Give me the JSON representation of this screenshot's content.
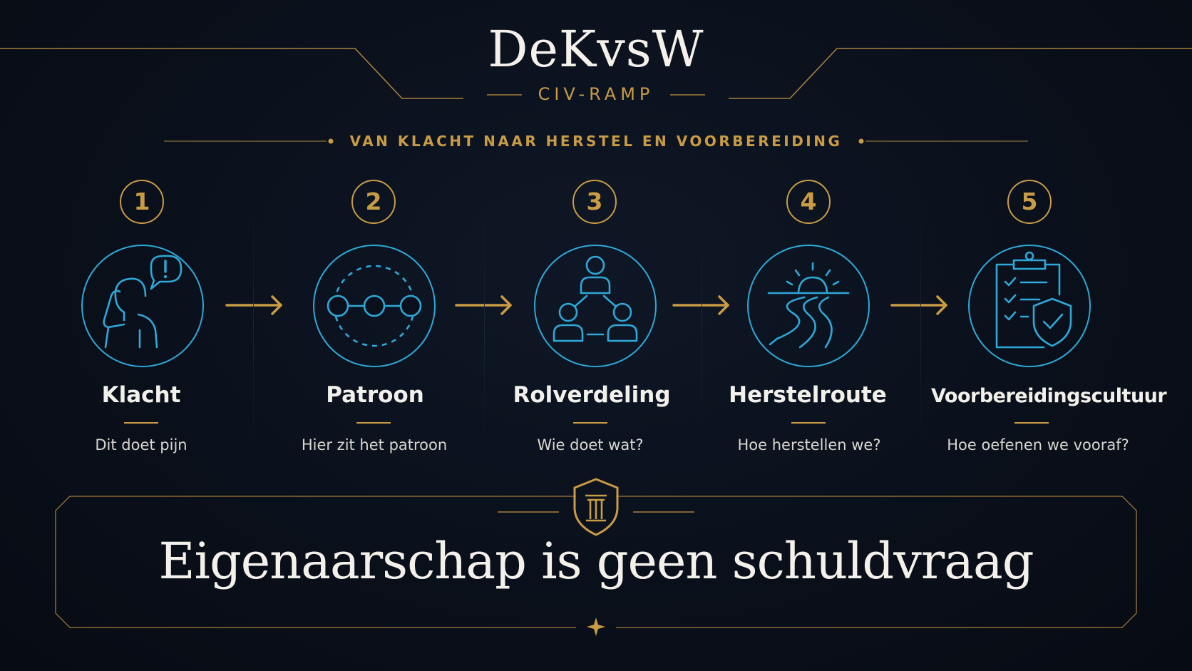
{
  "header": {
    "brand": "DeKvsW",
    "subtitle": "CIV-RAMP",
    "tagline": "VAN KLACHT NAAR HERSTEL EN VOORBEREIDING"
  },
  "steps": [
    {
      "number": "1",
      "icon": "complaint-person-icon",
      "title": "Klacht",
      "description": "Dit doet pijn"
    },
    {
      "number": "2",
      "icon": "pattern-nodes-icon",
      "title": "Patroon",
      "description": "Hier zit het patroon"
    },
    {
      "number": "3",
      "icon": "roles-people-icon",
      "title": "Rolverdeling",
      "description": "Wie doet wat?"
    },
    {
      "number": "4",
      "icon": "recovery-road-icon",
      "title": "Herstelroute",
      "description": "Hoe herstellen we?"
    },
    {
      "number": "5",
      "icon": "checklist-shield-icon",
      "title": "Voorbereidingscultuur",
      "description": "Hoe oefenen we vooraf?"
    }
  ],
  "banner": {
    "icon": "pillar-shield-icon",
    "text": "Eigenaarschap is geen schuldvraag"
  },
  "colors": {
    "accent_gold": "#c89b45",
    "icon_blue": "#2ea8d8",
    "background": "#0a101b",
    "text": "#f4f1ea"
  }
}
